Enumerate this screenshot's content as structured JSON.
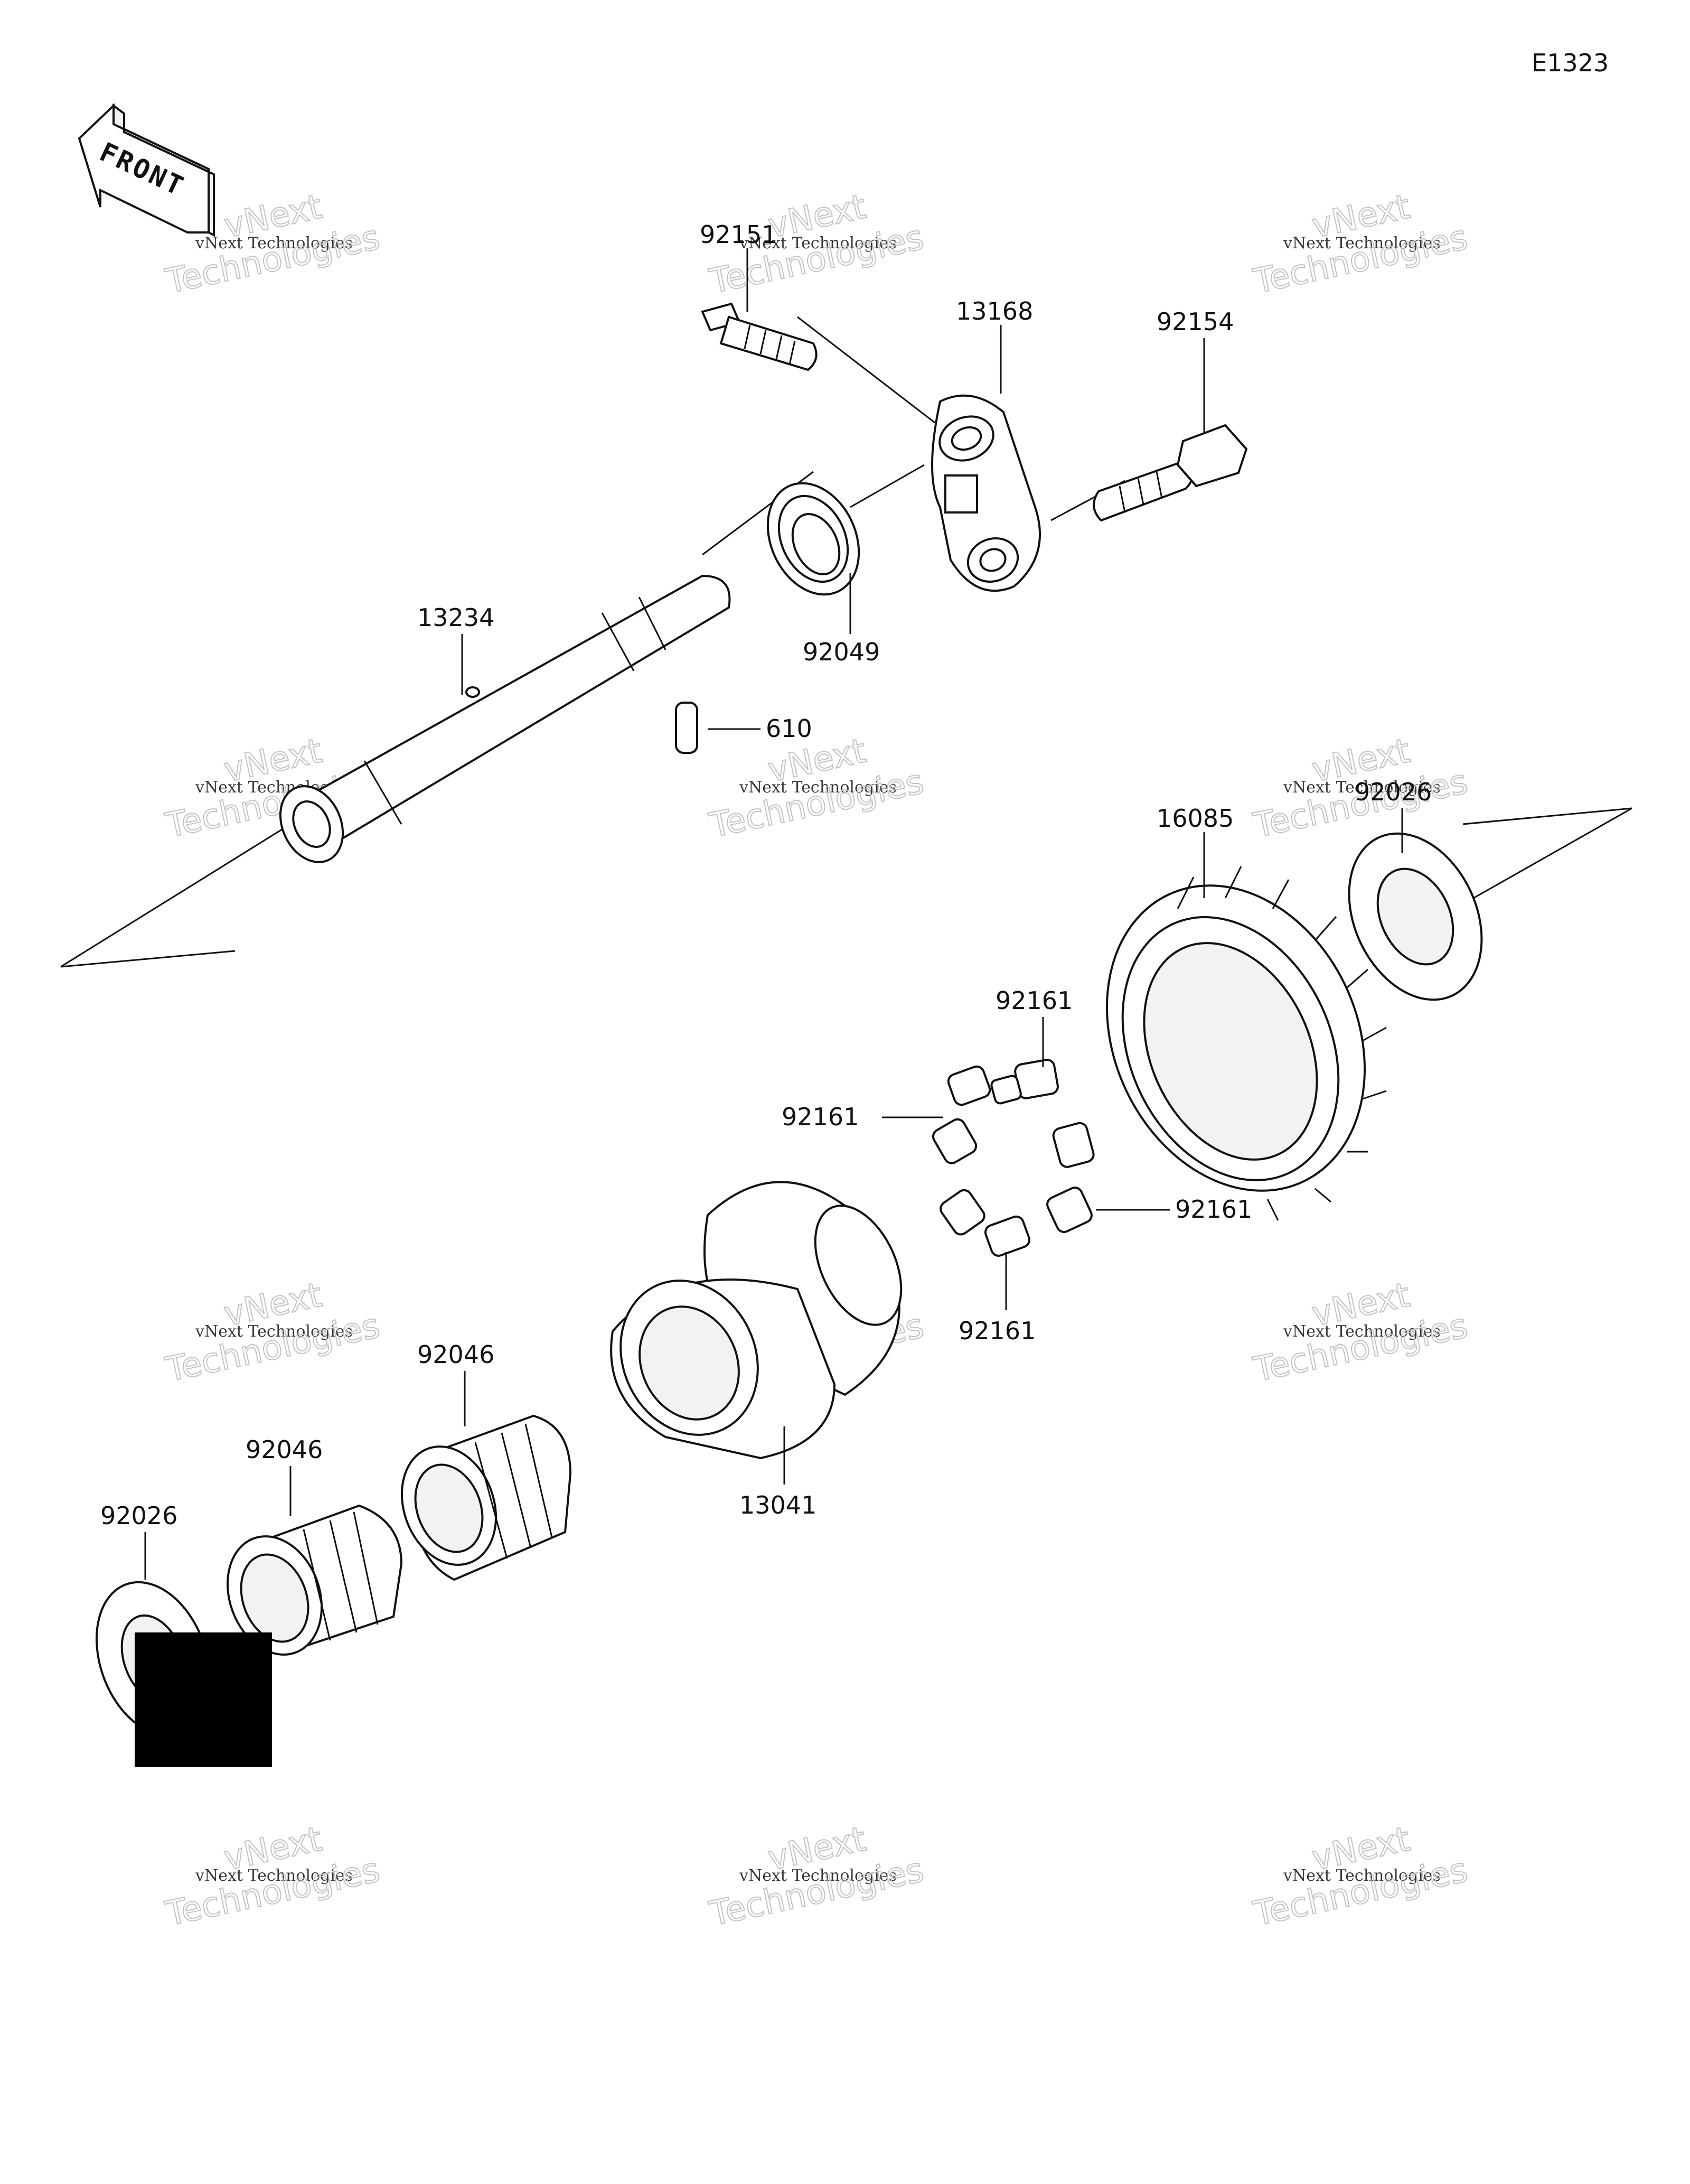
{
  "diagram_code": "E1323",
  "front_arrow_text": "FRONT",
  "watermark": {
    "line1": "vNext",
    "line2": "vNext Technologies",
    "line3": "Technologies"
  },
  "parts": {
    "p92151": "92151",
    "p13168": "13168",
    "p92154": "92154",
    "p92049": "92049",
    "p13234": "13234",
    "p610": "610",
    "p16085": "16085",
    "p92026_top": "92026",
    "p92161_top": "92161",
    "p92161_left": "92161",
    "p92161_right": "92161",
    "p92161_bottom": "92161",
    "p92046_a": "92046",
    "p92046_b": "92046",
    "p13041": "13041",
    "p92026_bottom": "92026"
  },
  "colors": {
    "line": "#111111",
    "background": "#ffffff",
    "mask": "#000000"
  }
}
